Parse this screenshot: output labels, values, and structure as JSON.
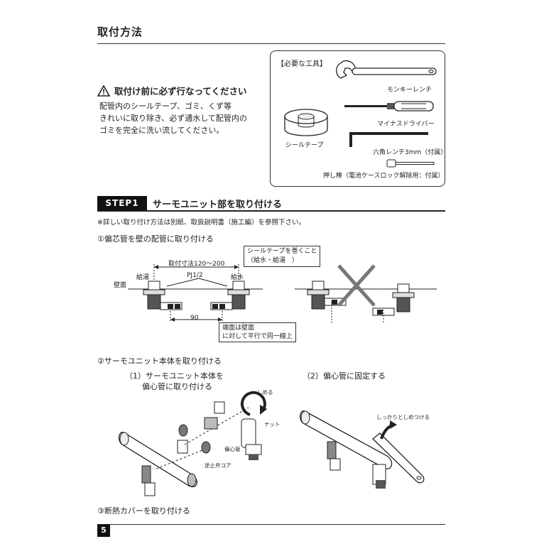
{
  "section_title": "取付方法",
  "warning": {
    "heading": "取付け前に必ず行なってください",
    "lines": [
      "配管内のシールテープ、ゴミ、くず等",
      "きれいに取り除き、必ず通水して配管内の",
      "ゴミを完全に洗い流してください。"
    ]
  },
  "tools": {
    "heading": "【必要な工具】",
    "monkey_wrench": "モンキーレンチ",
    "screwdriver": "マイナスドライバー",
    "seal_tape": "シールテープ",
    "hex_wrench": "六角レンチ3mm（付属）",
    "push_rod": "押し棒（電池ケースロック解除用：付属）"
  },
  "step": {
    "badge": "STEP1",
    "title": "サーモユニット部を取り付ける",
    "note": "※詳しい取り付け方法は別紙、取扱説明書（施工編）を参照下さい。"
  },
  "substep1": {
    "heading": "①偏芯管を壁の配管に取り付ける",
    "seal_note_1": "シールテープを巻くこと",
    "seal_note_2": "（給水・給湯　）",
    "dim_range": "取付寸法120〜200",
    "hot": "給湯",
    "pj": "PJ1/2",
    "cold": "給水",
    "wall": "壁面",
    "dim_90": "90",
    "end_note_1": "端面は壁面",
    "end_note_2": "に対して平行で同一線上"
  },
  "substep2": {
    "heading": "②サーモユニット本体を取り付ける",
    "a_1": "（1）サーモユニット本体を",
    "a_2": "偏心管に取り付ける",
    "b": "（2）偏心管に固定する",
    "tighten": "しめる",
    "nut": "ナット",
    "eccentric": "偏心管",
    "check_core": "逆止弁コア",
    "tighten_firmly": "しっかりとしめつける"
  },
  "substep3": {
    "heading": "③断熱カバーを取り付ける"
  },
  "page_number": "5",
  "icons": [
    "warning-icon",
    "monkey-wrench-icon",
    "screwdriver-icon",
    "seal-tape-icon",
    "hex-wrench-icon",
    "push-rod-icon"
  ]
}
